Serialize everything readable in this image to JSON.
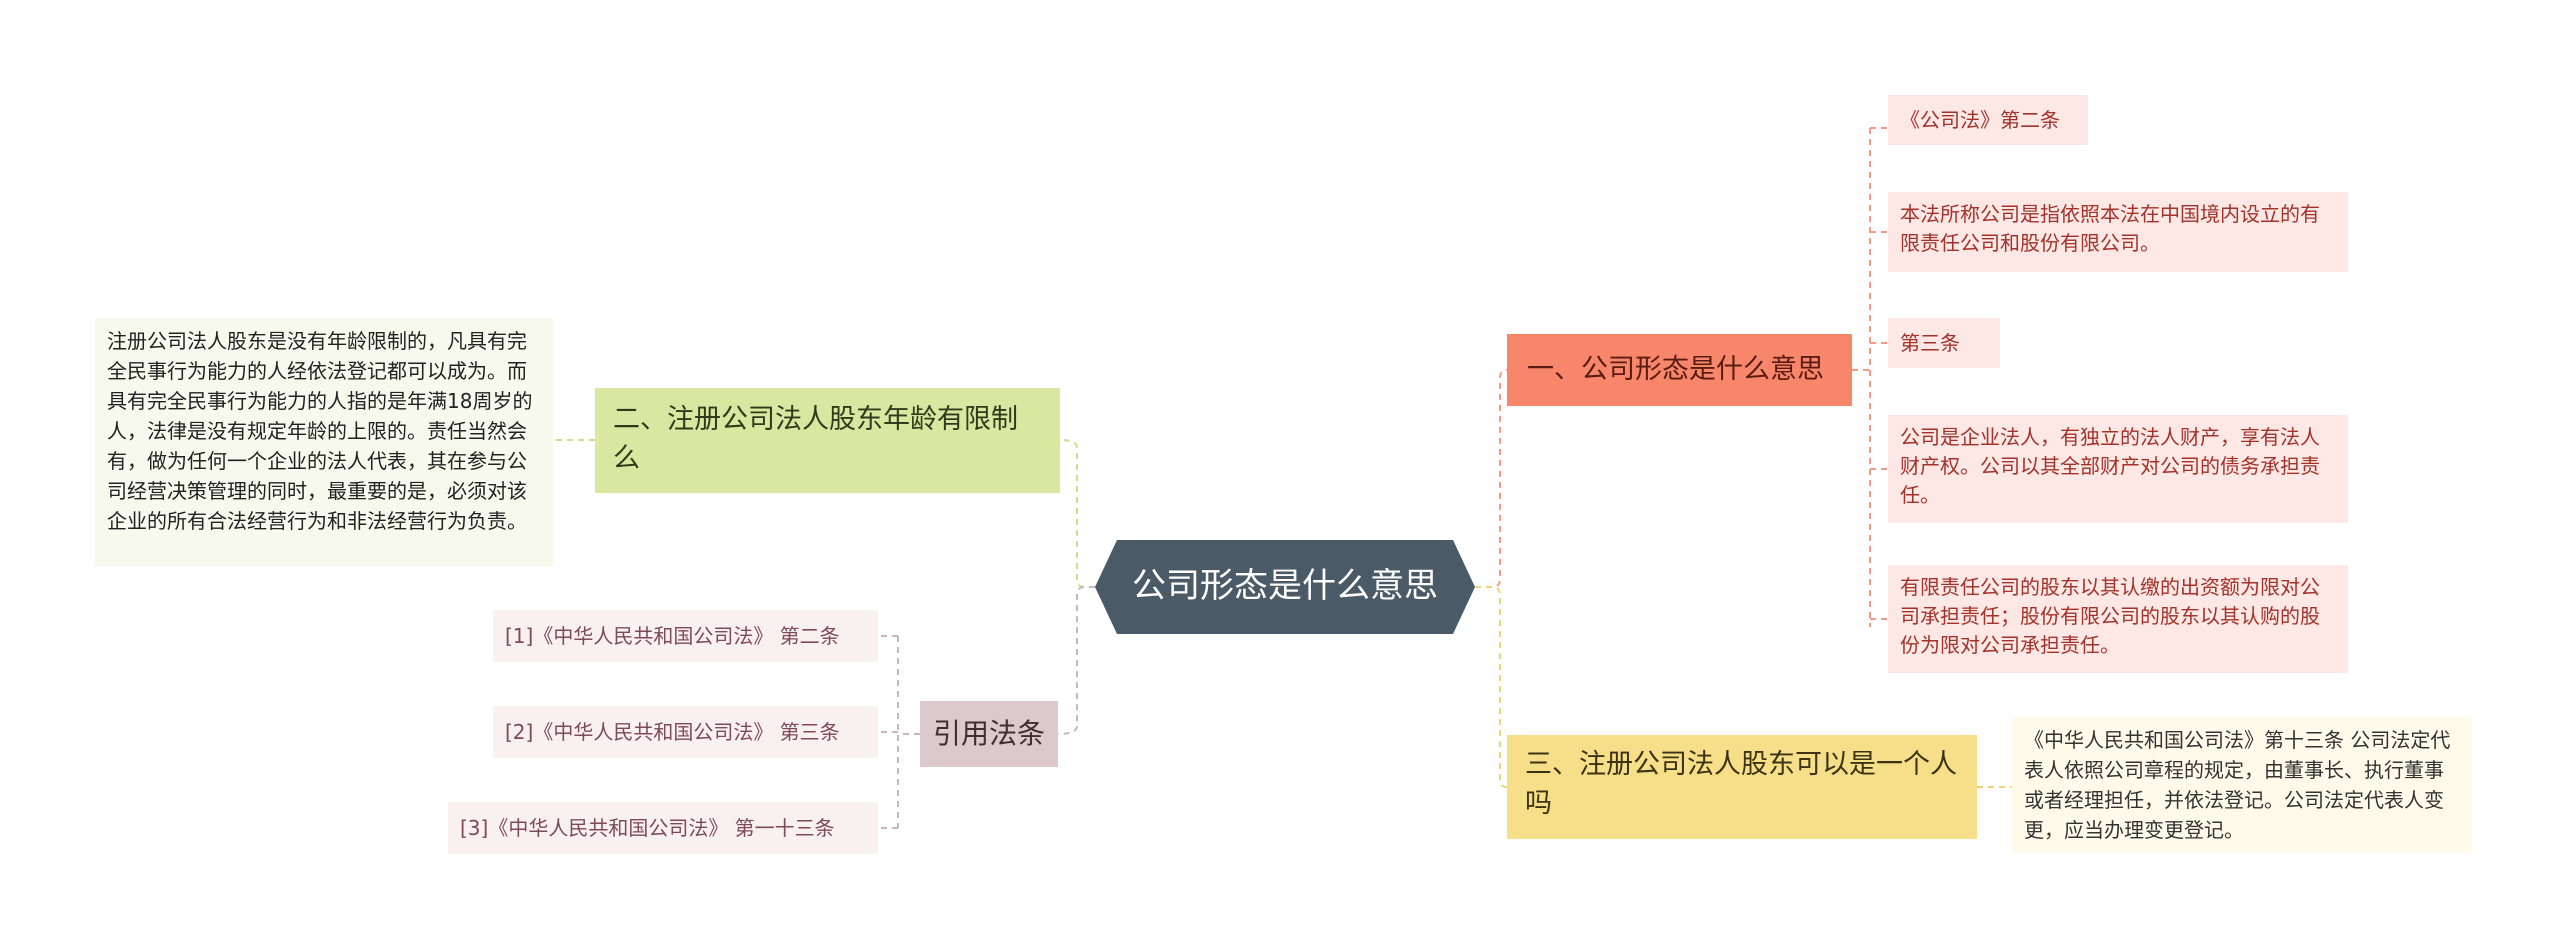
{
  "center": {
    "label": "公司形态是什么意思",
    "color": "#4b5a67"
  },
  "branches": {
    "one": {
      "label": "一、公司形态是什么意思",
      "color": "#f7866b",
      "leaves": [
        "《公司法》第二条",
        "本法所称公司是指依照本法在中国境内设立的有限责任公司和股份有限公司。",
        "第三条",
        "公司是企业法人，有独立的法人财产，享有法人财产权。公司以其全部财产对公司的债务承担责任。",
        "有限责任公司的股东以其认缴的出资额为限对公司承担责任；股份有限公司的股东以其认购的股份为限对公司承担责任。"
      ]
    },
    "two": {
      "label": "二、注册公司法人股东年龄有限制么",
      "color": "#d9e7a0",
      "leaf": "注册公司法人股东是没有年龄限制的，凡具有完全民事行为能力的人经依法登记都可以成为。而具有完全民事行为能力的人指的是年满18周岁的人，法律是没有规定年龄的上限的。责任当然会有，做为任何一个企业的法人代表，其在参与公司经营决策管理的同时，最重要的是，必须对该企业的所有合法经营行为和非法经营行为负责。"
    },
    "three": {
      "label": "三、注册公司法人股东可以是一个人吗",
      "color": "#f6df88",
      "leaf": "《中华人民共和国公司法》第十三条 公司法定代表人依照公司章程的规定，由董事长、执行董事或者经理担任，并依法登记。公司法定代表人变更，应当办理变更登记。"
    },
    "cite": {
      "label": "引用法条",
      "color": "#dcc9cd",
      "leaves": [
        "[1]《中华人民共和国公司法》 第二条",
        "[2]《中华人民共和国公司法》 第三条",
        "[3]《中华人民共和国公司法》 第一十三条"
      ]
    }
  },
  "connector_colors": {
    "one": "#f39b86",
    "two": "#cfdc8e",
    "three": "#eed37a",
    "cite": "#c9b6bb"
  }
}
